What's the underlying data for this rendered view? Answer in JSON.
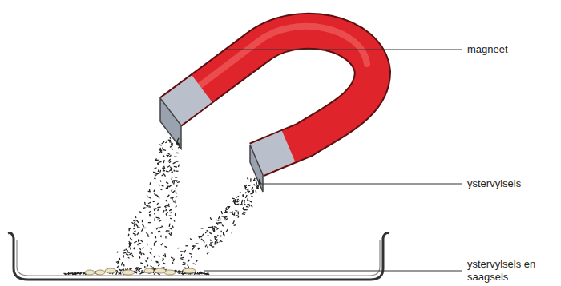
{
  "diagram": {
    "labels": [
      "magneet",
      "ystervylsels",
      "ystervylsels en saagsels"
    ]
  }
}
